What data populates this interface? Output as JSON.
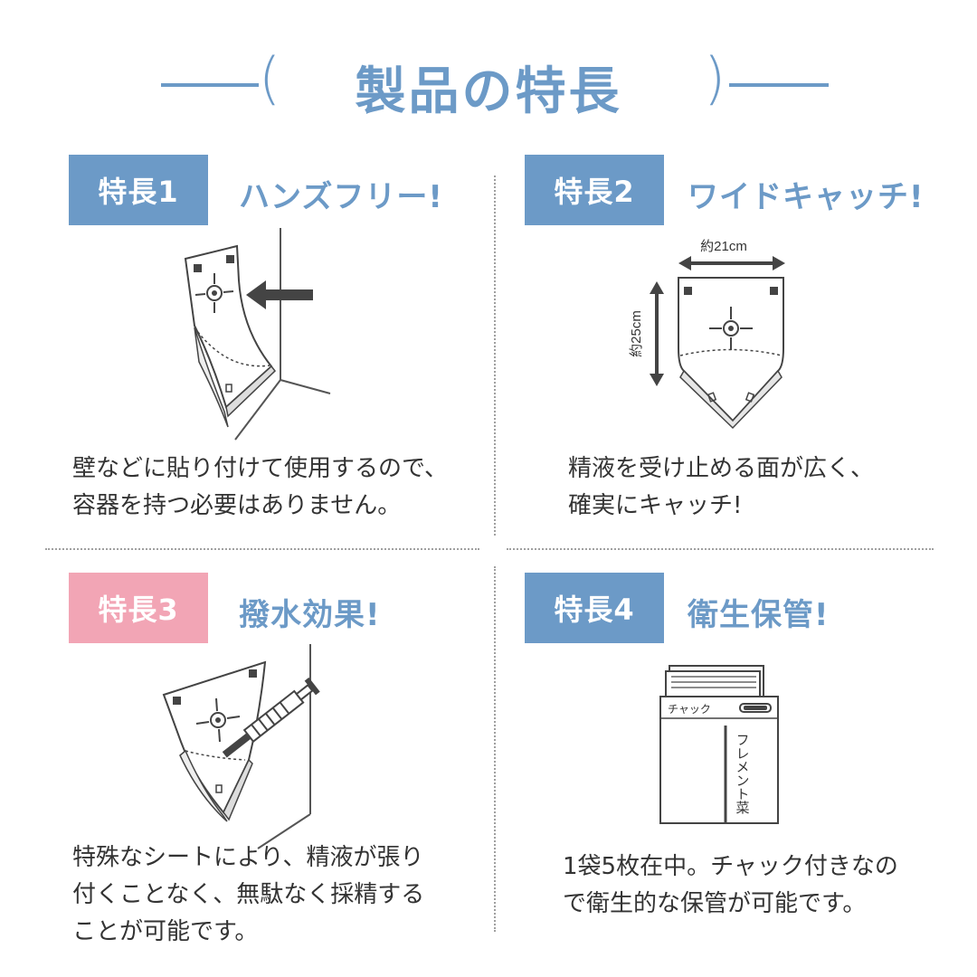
{
  "page_title": "製品の特長",
  "accent_color": "#6c9ac7",
  "pink_color": "#f2a5b5",
  "features": [
    {
      "badge": "特長1",
      "heading": "ハンズフリー!",
      "description": [
        "壁などに貼り付けて使用するので、",
        "容器を持つ必要はありません。"
      ]
    },
    {
      "badge": "特長2",
      "heading": "ワイドキャッチ!",
      "description": [
        "精液を受け止める面が広く、",
        "確実にキャッチ!"
      ],
      "dimension_width": "約21cm",
      "dimension_height": "約25cm"
    },
    {
      "badge": "特長3",
      "heading": "撥水効果!",
      "description": [
        "特殊なシートにより、精液が張り",
        "付くことなく、無駄なく採精する",
        "ことが可能です。"
      ]
    },
    {
      "badge": "特長4",
      "heading": "衛生保管!",
      "description": [
        "1袋5枚在中。チャック付きなの",
        "で衛生的な保管が可能です。"
      ],
      "package_zipper_label": "チャック",
      "package_brand": "フレメント菜"
    }
  ]
}
